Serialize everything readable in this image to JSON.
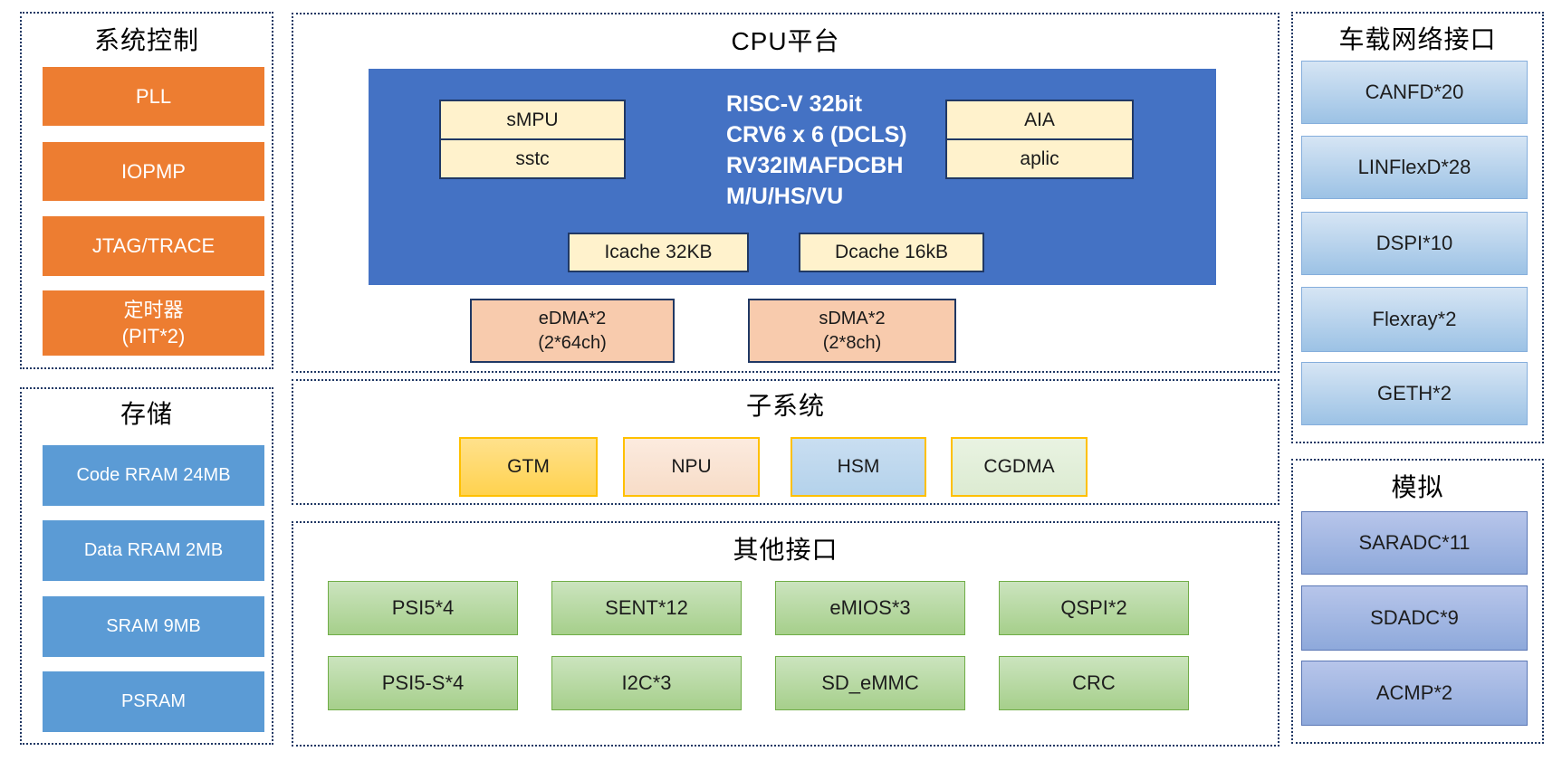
{
  "palette": {
    "container_border": "#203864",
    "orange": "#ED7D31",
    "storage_blue": "#5B9BD5",
    "cpu_blue": "#4472C4",
    "cream": "#FFF2CC",
    "salmon": "#F8CBAD",
    "gold_border": "#FFC000",
    "green": "#A6CF8B",
    "light_blue": "#9CC2E5",
    "periwinkle": "#8EA9DB"
  },
  "sections": {
    "system_control": {
      "title": "系统控制",
      "blocks": [
        "PLL",
        "IOPMP",
        "JTAG/TRACE",
        "定时器\n(PIT*2)"
      ]
    },
    "storage": {
      "title": "存储",
      "blocks": [
        "Code RRAM 24MB",
        "Data RRAM 2MB",
        "SRAM 9MB",
        "PSRAM"
      ]
    },
    "cpu_platform": {
      "title": "CPU平台",
      "core_text": "RISC-V 32bit\nCRV6 x 6 (DCLS)\nRV32IMAFDCBH\nM/U/HS/VU",
      "smpu": "sMPU",
      "sstc": "sstc",
      "aia": "AIA",
      "aplic": "aplic",
      "icache": "Icache 32KB",
      "dcache": "Dcache 16kB",
      "edma": "eDMA*2\n(2*64ch)",
      "sdma": "sDMA*2\n(2*8ch)"
    },
    "subsystem": {
      "title": "子系统",
      "blocks": [
        "GTM",
        "NPU",
        "HSM",
        "CGDMA"
      ]
    },
    "other_interfaces": {
      "title": "其他接口",
      "row1": [
        "PSI5*4",
        "SENT*12",
        "eMIOS*3",
        "QSPI*2"
      ],
      "row2": [
        "PSI5-S*4",
        "I2C*3",
        "SD_eMMC",
        "CRC"
      ]
    },
    "vehicle_network": {
      "title": "车载网络接口",
      "blocks": [
        "CANFD*20",
        "LINFlexD*28",
        "DSPI*10",
        "Flexray*2",
        "GETH*2"
      ]
    },
    "analog": {
      "title": "模拟",
      "blocks": [
        "SARADC*11",
        "SDADC*9",
        "ACMP*2"
      ]
    }
  }
}
